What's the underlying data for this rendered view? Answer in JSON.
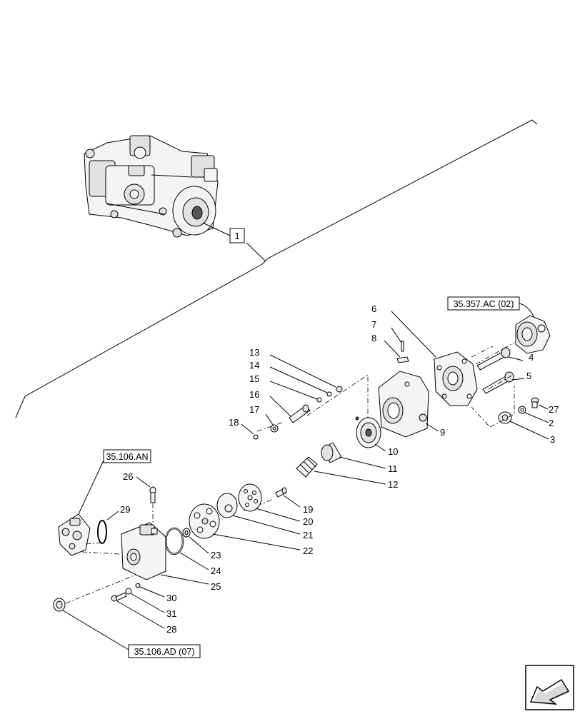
{
  "main_callout": "1",
  "references": {
    "ref_357": "35.357.AC (02)",
    "ref_106_an": "35.106.AN",
    "ref_106_ad": "35.106.AD (07)"
  },
  "callouts": {
    "c2": "2",
    "c3": "3",
    "c4": "4",
    "c5": "5",
    "c6": "6",
    "c7": "7",
    "c8": "8",
    "c9": "9",
    "c10": "10",
    "c11": "11",
    "c12": "12",
    "c13": "13",
    "c14": "14",
    "c15": "15",
    "c16": "16",
    "c17": "17",
    "c18": "18",
    "c19": "19",
    "c20": "20",
    "c21": "21",
    "c22": "22",
    "c23": "23",
    "c24": "24",
    "c25": "25",
    "c26": "26",
    "c27": "27",
    "c28": "28",
    "c29": "29",
    "c30": "30",
    "c31": "31"
  },
  "icons": {
    "nav": "next-page-arrow-icon"
  }
}
